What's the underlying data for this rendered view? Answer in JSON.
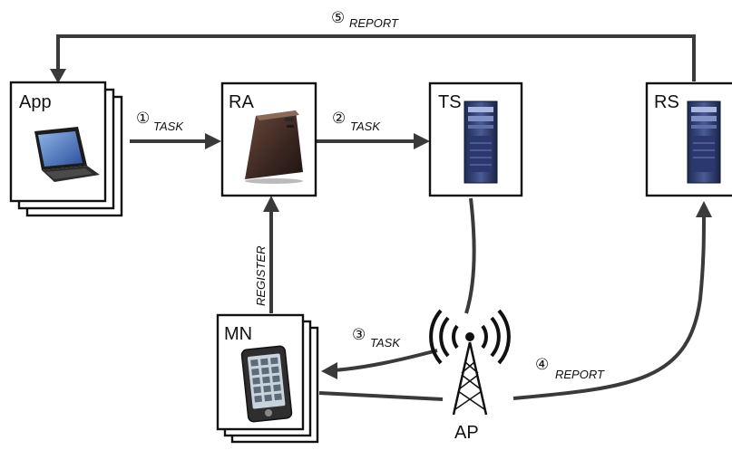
{
  "nodes": {
    "app": {
      "label": "App"
    },
    "ra": {
      "label": "RA"
    },
    "ts": {
      "label": "TS"
    },
    "rs": {
      "label": "RS"
    },
    "mn": {
      "label": "MN"
    },
    "ap": {
      "label": "AP"
    }
  },
  "edges": {
    "e1": {
      "num": "①",
      "label": "TASK"
    },
    "e2": {
      "num": "②",
      "label": "TASK"
    },
    "e3": {
      "num": "③",
      "label": "TASK"
    },
    "e4": {
      "num": "④",
      "label": "REPORT"
    },
    "e5": {
      "num": "⑤",
      "label": "REPORT"
    },
    "register": {
      "label": "REGISTER"
    }
  }
}
